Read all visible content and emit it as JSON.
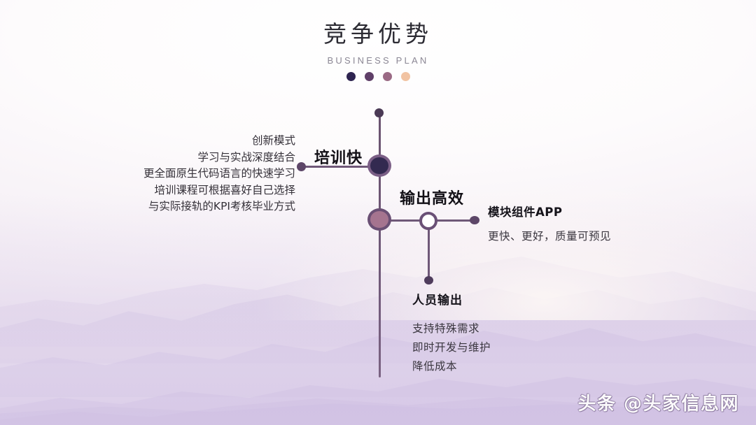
{
  "header": {
    "title_cn": "竞争优势",
    "title_en": "BUSINESS PLAN",
    "dots": [
      {
        "name": "dot-1",
        "color": "#2e2450"
      },
      {
        "name": "dot-2",
        "color": "#5f3f68"
      },
      {
        "name": "dot-3",
        "color": "#9a6a84"
      },
      {
        "name": "dot-4",
        "color": "#f1c3a2"
      }
    ]
  },
  "diagram": {
    "left_list": [
      "创新模式",
      "学习与实战深度结合",
      "更全面原生代码语言的快速学习",
      "培训课程可根据喜好自己选择",
      "与实际接轨的KPI考核毕业方式"
    ],
    "label_training": "培训快",
    "label_output": "输出高效",
    "app": {
      "title": "模块组件APP",
      "desc": "更快、更好，质量可预见"
    },
    "staff": {
      "title": "人员输出",
      "items": [
        "支持特殊需求",
        "即时开发与维护",
        "降低成本"
      ]
    },
    "colors": {
      "line": "#6f5878",
      "node_training_fill": "#332a50",
      "node_training_ring": "#7b5f86",
      "node_output_fill": "#a5748f",
      "node_output_ring": "#6a4f74",
      "node_hollow_ring": "#6a5076"
    }
  },
  "watermark": {
    "text": "头条 @头家信息网"
  }
}
